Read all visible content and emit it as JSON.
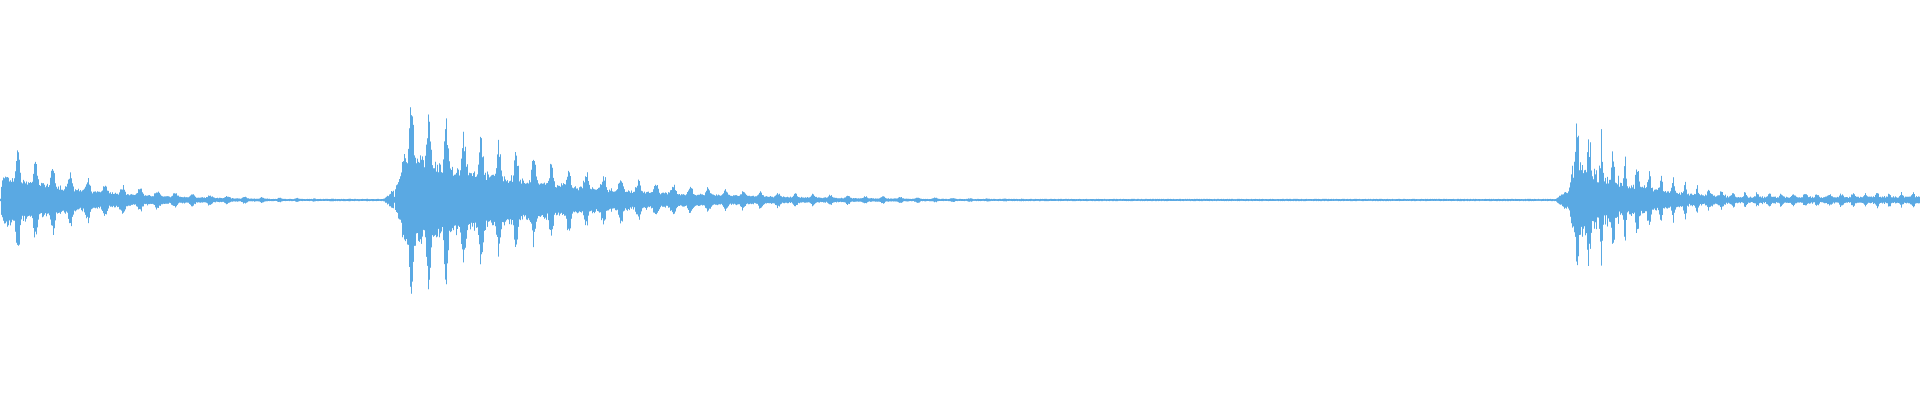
{
  "waveform": {
    "color": "#5aa9e3",
    "background": "#ffffff",
    "total_duration_s": 10.0,
    "amplitude_scale": 1.0,
    "segments": [
      {
        "start_s": 0.0,
        "end_s": 2.05,
        "peak": 0.34,
        "decay": 2.2,
        "floor": 0.008,
        "pulse_hz": 11.0,
        "jitter": 0.06
      },
      {
        "start_s": 2.05,
        "end_s": 8.15,
        "peak": 0.62,
        "decay": 1.35,
        "floor": 0.006,
        "pulse_hz": 11.0,
        "jitter": 0.06
      },
      {
        "start_s": 8.15,
        "end_s": 10.0,
        "peak": 0.56,
        "decay": 2.8,
        "floor": 0.05,
        "pulse_hz": 16.0,
        "jitter": 0.35
      }
    ],
    "segment_shapes": [
      {
        "attack_s": 0.02
      },
      {
        "attack_s": 0.06,
        "pre_swell": 0.06
      },
      {
        "attack_s": 0.05,
        "pre_swell": 0.05
      }
    ]
  }
}
